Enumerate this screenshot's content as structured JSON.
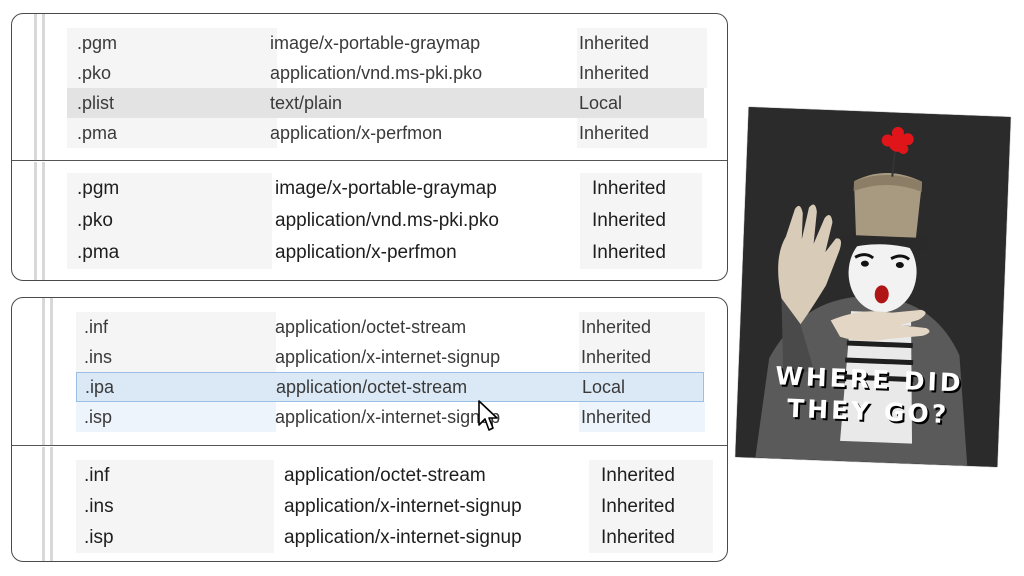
{
  "panel_p": {
    "before_rows": [
      {
        "ext": ".pgm",
        "type": "image/x-portable-graymap",
        "source": "Inherited"
      },
      {
        "ext": ".pko",
        "type": "application/vnd.ms-pki.pko",
        "source": "Inherited"
      },
      {
        "ext": ".plist",
        "type": "text/plain",
        "source": "Local",
        "selected": true
      },
      {
        "ext": ".pma",
        "type": "application/x-perfmon",
        "source": "Inherited"
      }
    ],
    "after_rows": [
      {
        "ext": ".pgm",
        "type": "image/x-portable-graymap",
        "source": "Inherited"
      },
      {
        "ext": ".pko",
        "type": "application/vnd.ms-pki.pko",
        "source": "Inherited"
      },
      {
        "ext": ".pma",
        "type": "application/x-perfmon",
        "source": "Inherited"
      }
    ]
  },
  "panel_i": {
    "before_rows": [
      {
        "ext": ".inf",
        "type": "application/octet-stream",
        "source": "Inherited"
      },
      {
        "ext": ".ins",
        "type": "application/x-internet-signup",
        "source": "Inherited"
      },
      {
        "ext": ".ipa",
        "type": "application/octet-stream",
        "source": "Local",
        "selected": true
      },
      {
        "ext": ".isp",
        "type": "application/x-internet-signup",
        "source": "Inherited"
      }
    ],
    "after_rows": [
      {
        "ext": ".inf",
        "type": "application/octet-stream",
        "source": "Inherited"
      },
      {
        "ext": ".ins",
        "type": "application/x-internet-signup",
        "source": "Inherited"
      },
      {
        "ext": ".isp",
        "type": "application/x-internet-signup",
        "source": "Inherited"
      }
    ]
  },
  "meme": {
    "caption_line1": "WHERE DID",
    "caption_line2": "THEY GO?"
  },
  "cursor_icon": "arrow-pointer-icon"
}
